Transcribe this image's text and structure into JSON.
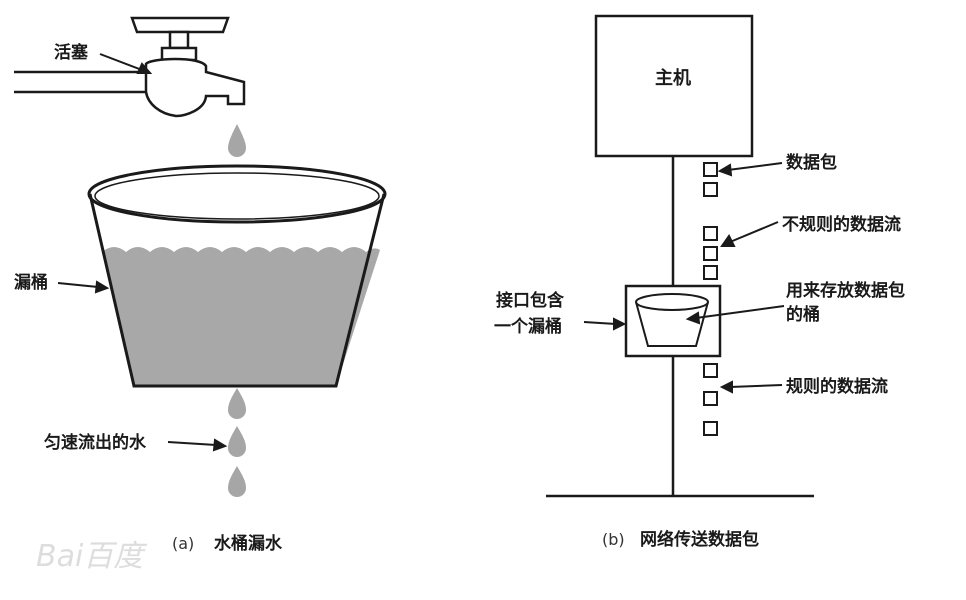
{
  "left_panel": {
    "faucet_label": "活塞",
    "bucket_label": "漏桶",
    "outflow_label": "匀速流出的水",
    "caption_letter": "(a)",
    "caption_text": "水桶漏水"
  },
  "right_panel": {
    "host_label": "主机",
    "packet_label": "数据包",
    "irregular_flow_label": "不规则的数据流",
    "interface_label_line1": "接口包含",
    "interface_label_line2": "一个漏桶",
    "storage_label_line1": "用来存放数据包",
    "storage_label_line2": "的桶",
    "regular_flow_label": "规则的数据流",
    "caption_letter": "(b)",
    "caption_text": "网络传送数据包"
  },
  "watermark": "Bai百度",
  "colors": {
    "water": "#a8a8a8",
    "drop": "#a6a6a6",
    "line": "#1a1a1a"
  }
}
